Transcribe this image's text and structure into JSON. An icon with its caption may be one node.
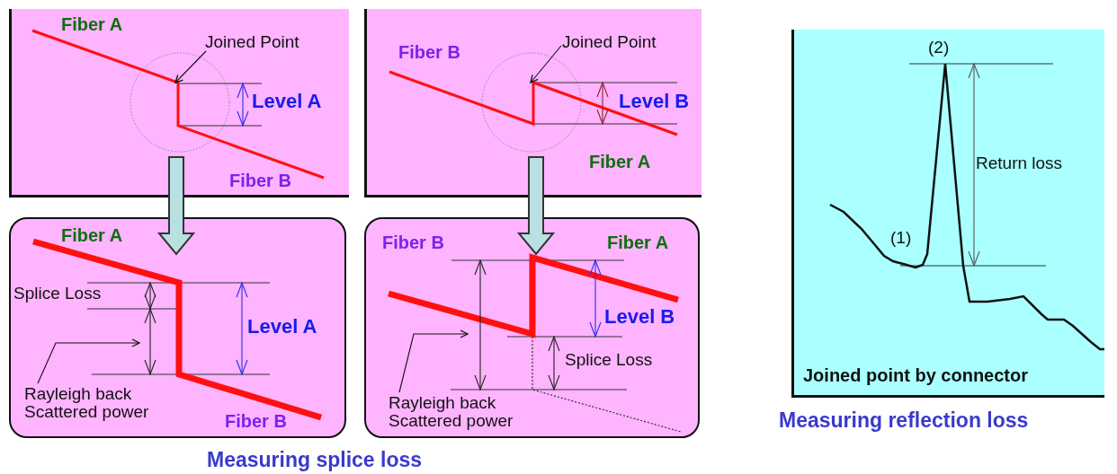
{
  "diagram": {
    "nodes": [
      {
        "text": [],
        "shape": "box"
      },
      {
        "text": [
          "Joined Point"
        ],
        "in": 0
      },
      {
        "text": [],
        "shape": "box"
      },
      {
        "text": [
          "Joined Point"
        ],
        "in": 2
      },
      {
        "text": [],
        "shape": "box"
      },
      {
        "text": [
          "Rayleigh back Scattered power"
        ],
        "in": 4
      },
      {
        "text": [],
        "shape": "box"
      },
      {
        "text": [
          "Rayleigh back Scattered power"
        ],
        "in": 6
      },
      {
        "text": [],
        "shape": "box"
      }
    ],
    "edges": [
      {
        "from": 0,
        "to": 4,
        "arrow": "to",
        "style": "thick",
        "color": "#b9e0e2"
      },
      {
        "from": 2,
        "to": 6,
        "arrow": "to",
        "style": "thick",
        "color": "#b9e0e2"
      },
      {
        "from": 1,
        "to": null,
        "arrow": "to"
      },
      {
        "from": 3,
        "to": null,
        "arrow": "to"
      },
      {
        "from": 5,
        "to": null,
        "arrow": "to"
      },
      {
        "from": 7,
        "to": null,
        "arrow": "to"
      }
    ],
    "labels": [
      "Fiber A",
      "Level A",
      "Fiber B",
      "Fiber B",
      "Level B",
      "Fiber A",
      "Fiber A",
      "Splice Loss",
      "Level A",
      "Fiber B",
      "Fiber B",
      "Fiber A",
      "Level B",
      "Splice Loss",
      "(2)",
      "Return loss",
      "(1)",
      "Joined point by connector",
      "Measuring splice loss",
      "Measuring reflection loss"
    ]
  }
}
